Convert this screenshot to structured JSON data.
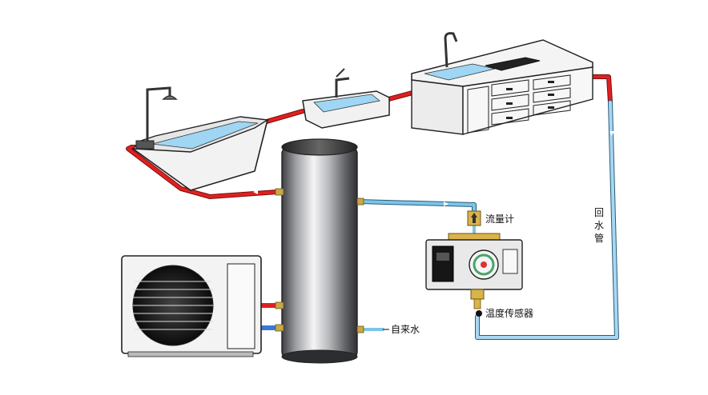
{
  "labels": {
    "flow_meter": "流量计",
    "temperature_sensor": "温度传感器",
    "tap_water": "自来水",
    "return_pipe_chars": [
      "回",
      "水",
      "管"
    ]
  },
  "colors": {
    "hot_pipe": "#e02020",
    "cold_pipe": "#7cc4ea",
    "return_pipe": "#a8d7f2",
    "water": "#9fd6f3",
    "tank": "#8d8f93",
    "outline": "#222222"
  },
  "icons": {
    "flow_arrow": "arrow-icon",
    "shower": "shower-head-icon",
    "faucet": "faucet-icon"
  }
}
